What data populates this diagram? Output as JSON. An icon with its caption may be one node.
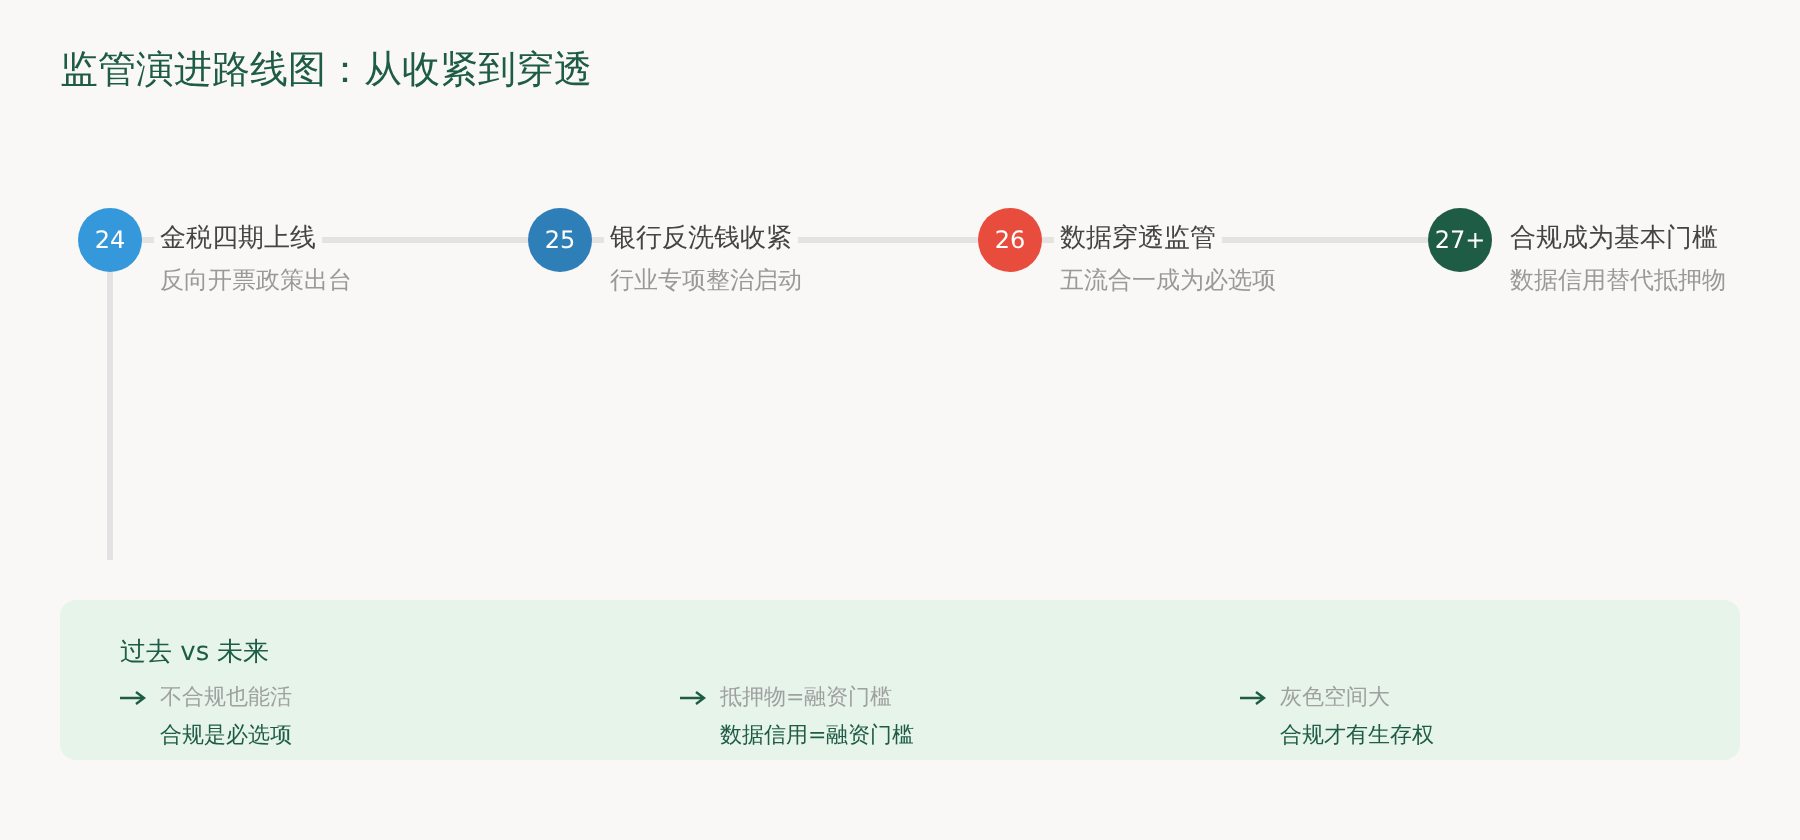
{
  "diagram": {
    "title": "监管演进路线图：从收紧到穿透",
    "nodes": [
      {
        "text": [
          "24",
          "金税四期上线",
          "反向开票政策出台"
        ]
      },
      {
        "text": [
          "25",
          "银行反洗钱收紧",
          "行业专项整治启动"
        ]
      },
      {
        "text": [
          "26",
          "数据穿透监管",
          "五流合一成为必选项"
        ]
      },
      {
        "text": [
          "27+",
          "合规成为基本门槛",
          "数据信用替代抵押物"
        ]
      },
      {
        "text": [
          "过去 vs 未来"
        ]
      }
    ],
    "edges": [
      {
        "from": 0,
        "to": 1,
        "arrow": "none"
      },
      {
        "from": 1,
        "to": 2,
        "arrow": "none"
      },
      {
        "from": 2,
        "to": 3,
        "arrow": "none"
      },
      {
        "from": 0,
        "to": null,
        "arrow": "none"
      }
    ],
    "labels": [
      "不合规也能活",
      "合规是必选项",
      "抵押物=融资门槛",
      "数据信用=融资门槛",
      "灰色空间大",
      "合规才有生存权"
    ]
  }
}
